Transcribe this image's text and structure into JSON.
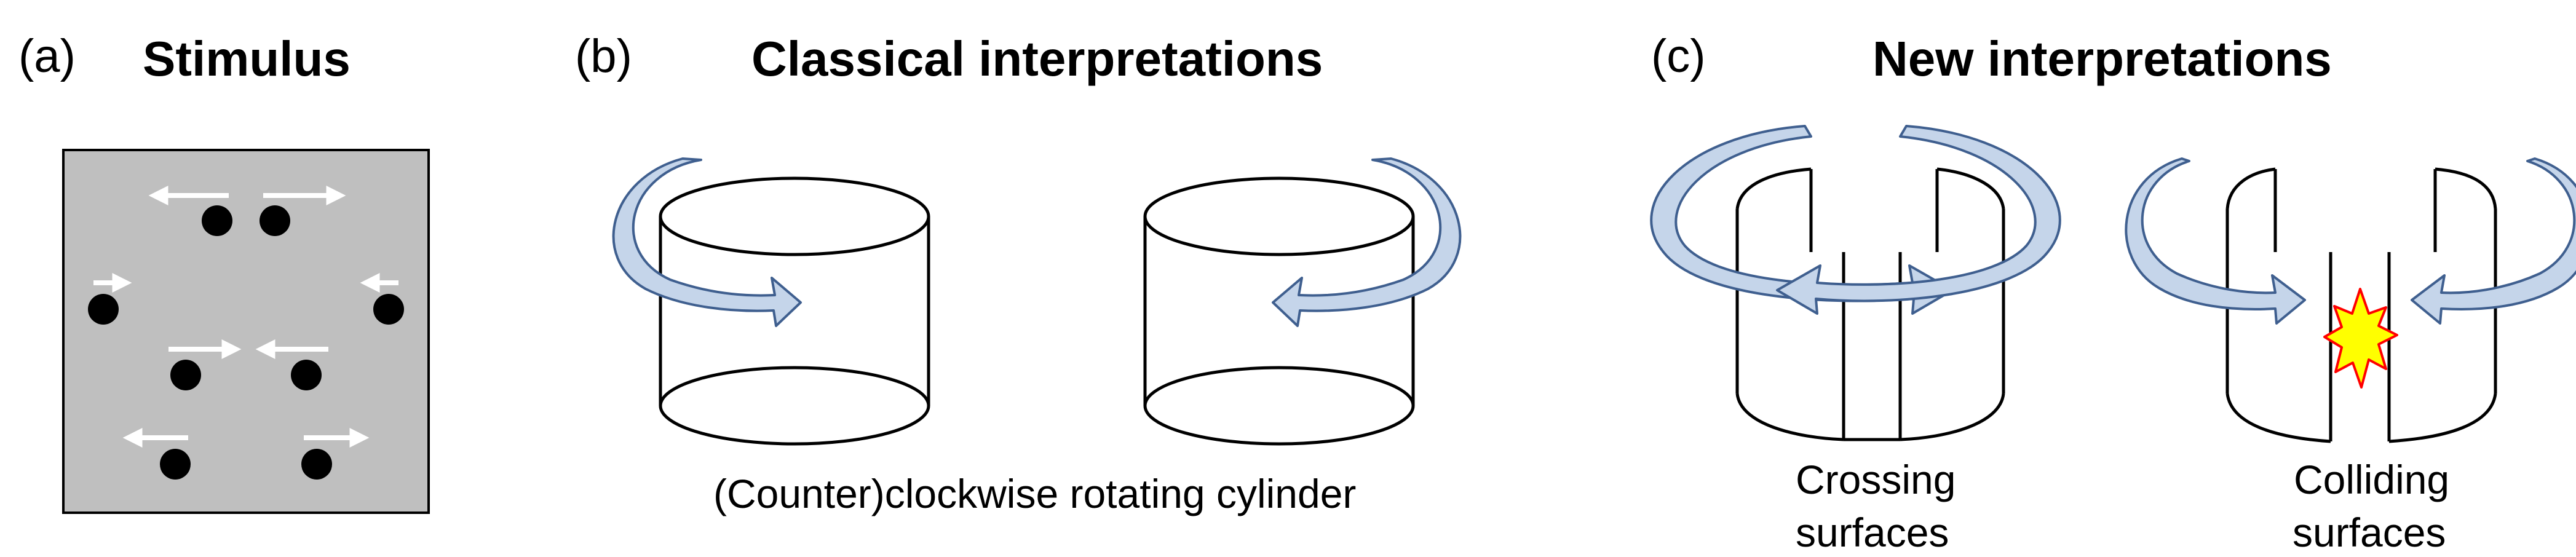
{
  "panel_a": {
    "label": "(a)",
    "title": "Stimulus"
  },
  "panel_b": {
    "label": "(b)",
    "title": "Classical interpretations",
    "caption": "(Counter)clockwise rotating cylinder"
  },
  "panel_c": {
    "label": "(c)",
    "title": "New interpretations",
    "caption_crossing_line1": "Crossing",
    "caption_crossing_line2": "surfaces",
    "caption_colliding_line1": "Colliding",
    "caption_colliding_line2": "surfaces"
  },
  "colors": {
    "stimulus_background": "#bfbfbf",
    "dot": "#000000",
    "motion_arrow": "#ffffff",
    "rotation_arrow_fill": "#c5d5ea",
    "rotation_arrow_stroke": "#3f5f8f",
    "collision_burst_fill": "#ffff00",
    "collision_burst_stroke": "#ff0000"
  }
}
